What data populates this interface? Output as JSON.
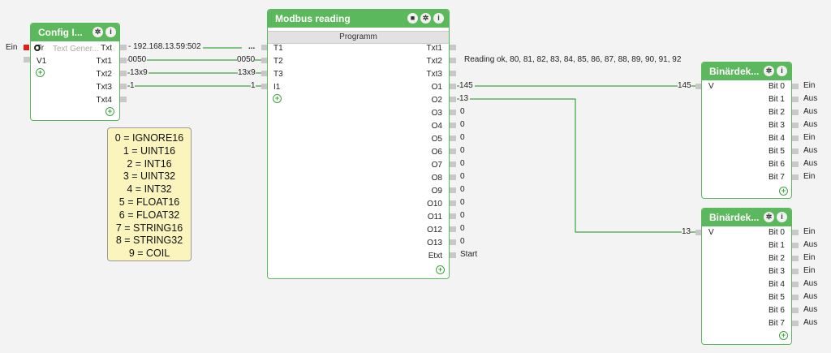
{
  "config_block": {
    "title": "Config I...",
    "ghost_text": "Text Gener...",
    "inputs": [
      "Tr",
      "V1"
    ],
    "outputs": [
      "Txt",
      "Txt1",
      "Txt2",
      "Txt3",
      "Txt4"
    ],
    "ein_label": "Ein"
  },
  "wire_values": {
    "txt_src": "192.168.13.59:502",
    "txt_dst": "...",
    "txt1_src": "0050",
    "txt1_dst": "0050",
    "txt2_src": "13x9",
    "txt2_dst": "13x9",
    "txt3_src": "1",
    "txt3_dst": "1",
    "o1_src": "145",
    "o1_dst": "145",
    "o2_src": "13",
    "o2_dst": "13"
  },
  "legend": {
    "lines": [
      "0 = IGNORE16",
      "1 = UINT16",
      "2 = INT16",
      "3 = UINT32",
      "4 = INT32",
      "5 = FLOAT16",
      "6 = FLOAT32",
      "7 = STRING16",
      "8 = STRING32",
      "9 = COIL"
    ]
  },
  "modbus_block": {
    "title": "Modbus reading",
    "program_label": "Programm",
    "inputs": [
      "T1",
      "T2",
      "T3",
      "I1"
    ],
    "outputs": [
      {
        "label": "Txt1",
        "value": ""
      },
      {
        "label": "Txt2",
        "value": "Reading ok, 80, 81, 82, 83, 84, 85, 86, 87, 88, 89, 90, 91, 92"
      },
      {
        "label": "Txt3",
        "value": ""
      },
      {
        "label": "O1",
        "value": ""
      },
      {
        "label": "O2",
        "value": ""
      },
      {
        "label": "O3",
        "value": "0"
      },
      {
        "label": "O4",
        "value": "0"
      },
      {
        "label": "O5",
        "value": "0"
      },
      {
        "label": "O6",
        "value": "0"
      },
      {
        "label": "O7",
        "value": "0"
      },
      {
        "label": "O8",
        "value": "0"
      },
      {
        "label": "O9",
        "value": "0"
      },
      {
        "label": "O10",
        "value": "0"
      },
      {
        "label": "O11",
        "value": "0"
      },
      {
        "label": "O12",
        "value": "0"
      },
      {
        "label": "O13",
        "value": "0"
      },
      {
        "label": "Etxt",
        "value": "Start"
      }
    ]
  },
  "binary_block_1": {
    "title": "Binärdek...",
    "input": "V",
    "bits": [
      {
        "label": "Bit 0",
        "state": "Ein"
      },
      {
        "label": "Bit 1",
        "state": "Aus"
      },
      {
        "label": "Bit 2",
        "state": "Aus"
      },
      {
        "label": "Bit 3",
        "state": "Aus"
      },
      {
        "label": "Bit 4",
        "state": "Ein"
      },
      {
        "label": "Bit 5",
        "state": "Aus"
      },
      {
        "label": "Bit 6",
        "state": "Aus"
      },
      {
        "label": "Bit 7",
        "state": "Ein"
      }
    ]
  },
  "binary_block_2": {
    "title": "Binärdek...",
    "input": "V",
    "bits": [
      {
        "label": "Bit 0",
        "state": "Ein"
      },
      {
        "label": "Bit 1",
        "state": "Aus"
      },
      {
        "label": "Bit 2",
        "state": "Ein"
      },
      {
        "label": "Bit 3",
        "state": "Ein"
      },
      {
        "label": "Bit 4",
        "state": "Aus"
      },
      {
        "label": "Bit 5",
        "state": "Aus"
      },
      {
        "label": "Bit 6",
        "state": "Aus"
      },
      {
        "label": "Bit 7",
        "state": "Aus"
      }
    ]
  },
  "header_icons": [
    "settings-icon",
    "info-icon",
    "stop-icon"
  ],
  "colors": {
    "accent": "#5cb85c",
    "wire": "#3fa43f",
    "legend_bg": "#fbf5bd",
    "trigger_red": "#e0201b",
    "canvas": "#f3f3f3"
  }
}
